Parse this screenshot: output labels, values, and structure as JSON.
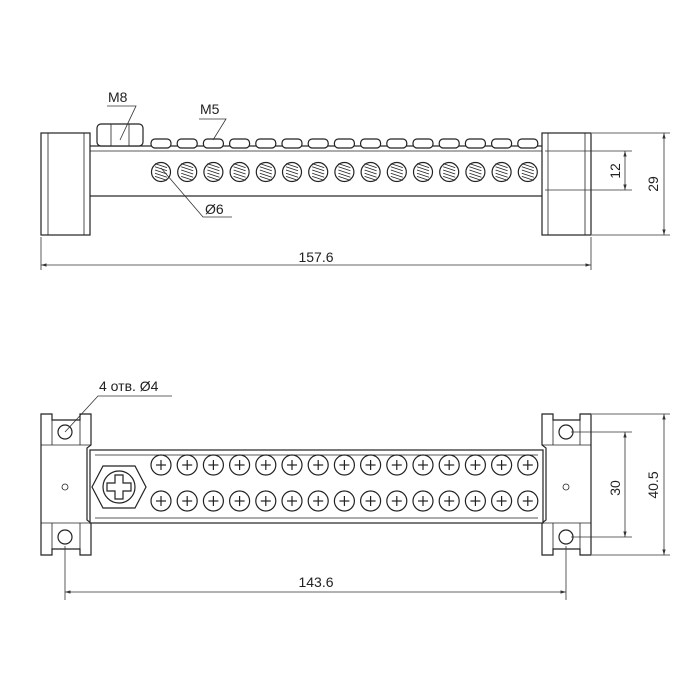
{
  "side_view": {
    "label_m8": "M8",
    "label_m5": "M5",
    "label_hole": "Ø6",
    "dim_length": "157.6",
    "dim_hole_height": "12",
    "dim_height": "29"
  },
  "top_view": {
    "label_holes": "4 отв. Ø4",
    "dim_mount_spacing": "143.6",
    "dim_inner_width": "30",
    "dim_width": "40.5"
  },
  "terminal_count": 15
}
